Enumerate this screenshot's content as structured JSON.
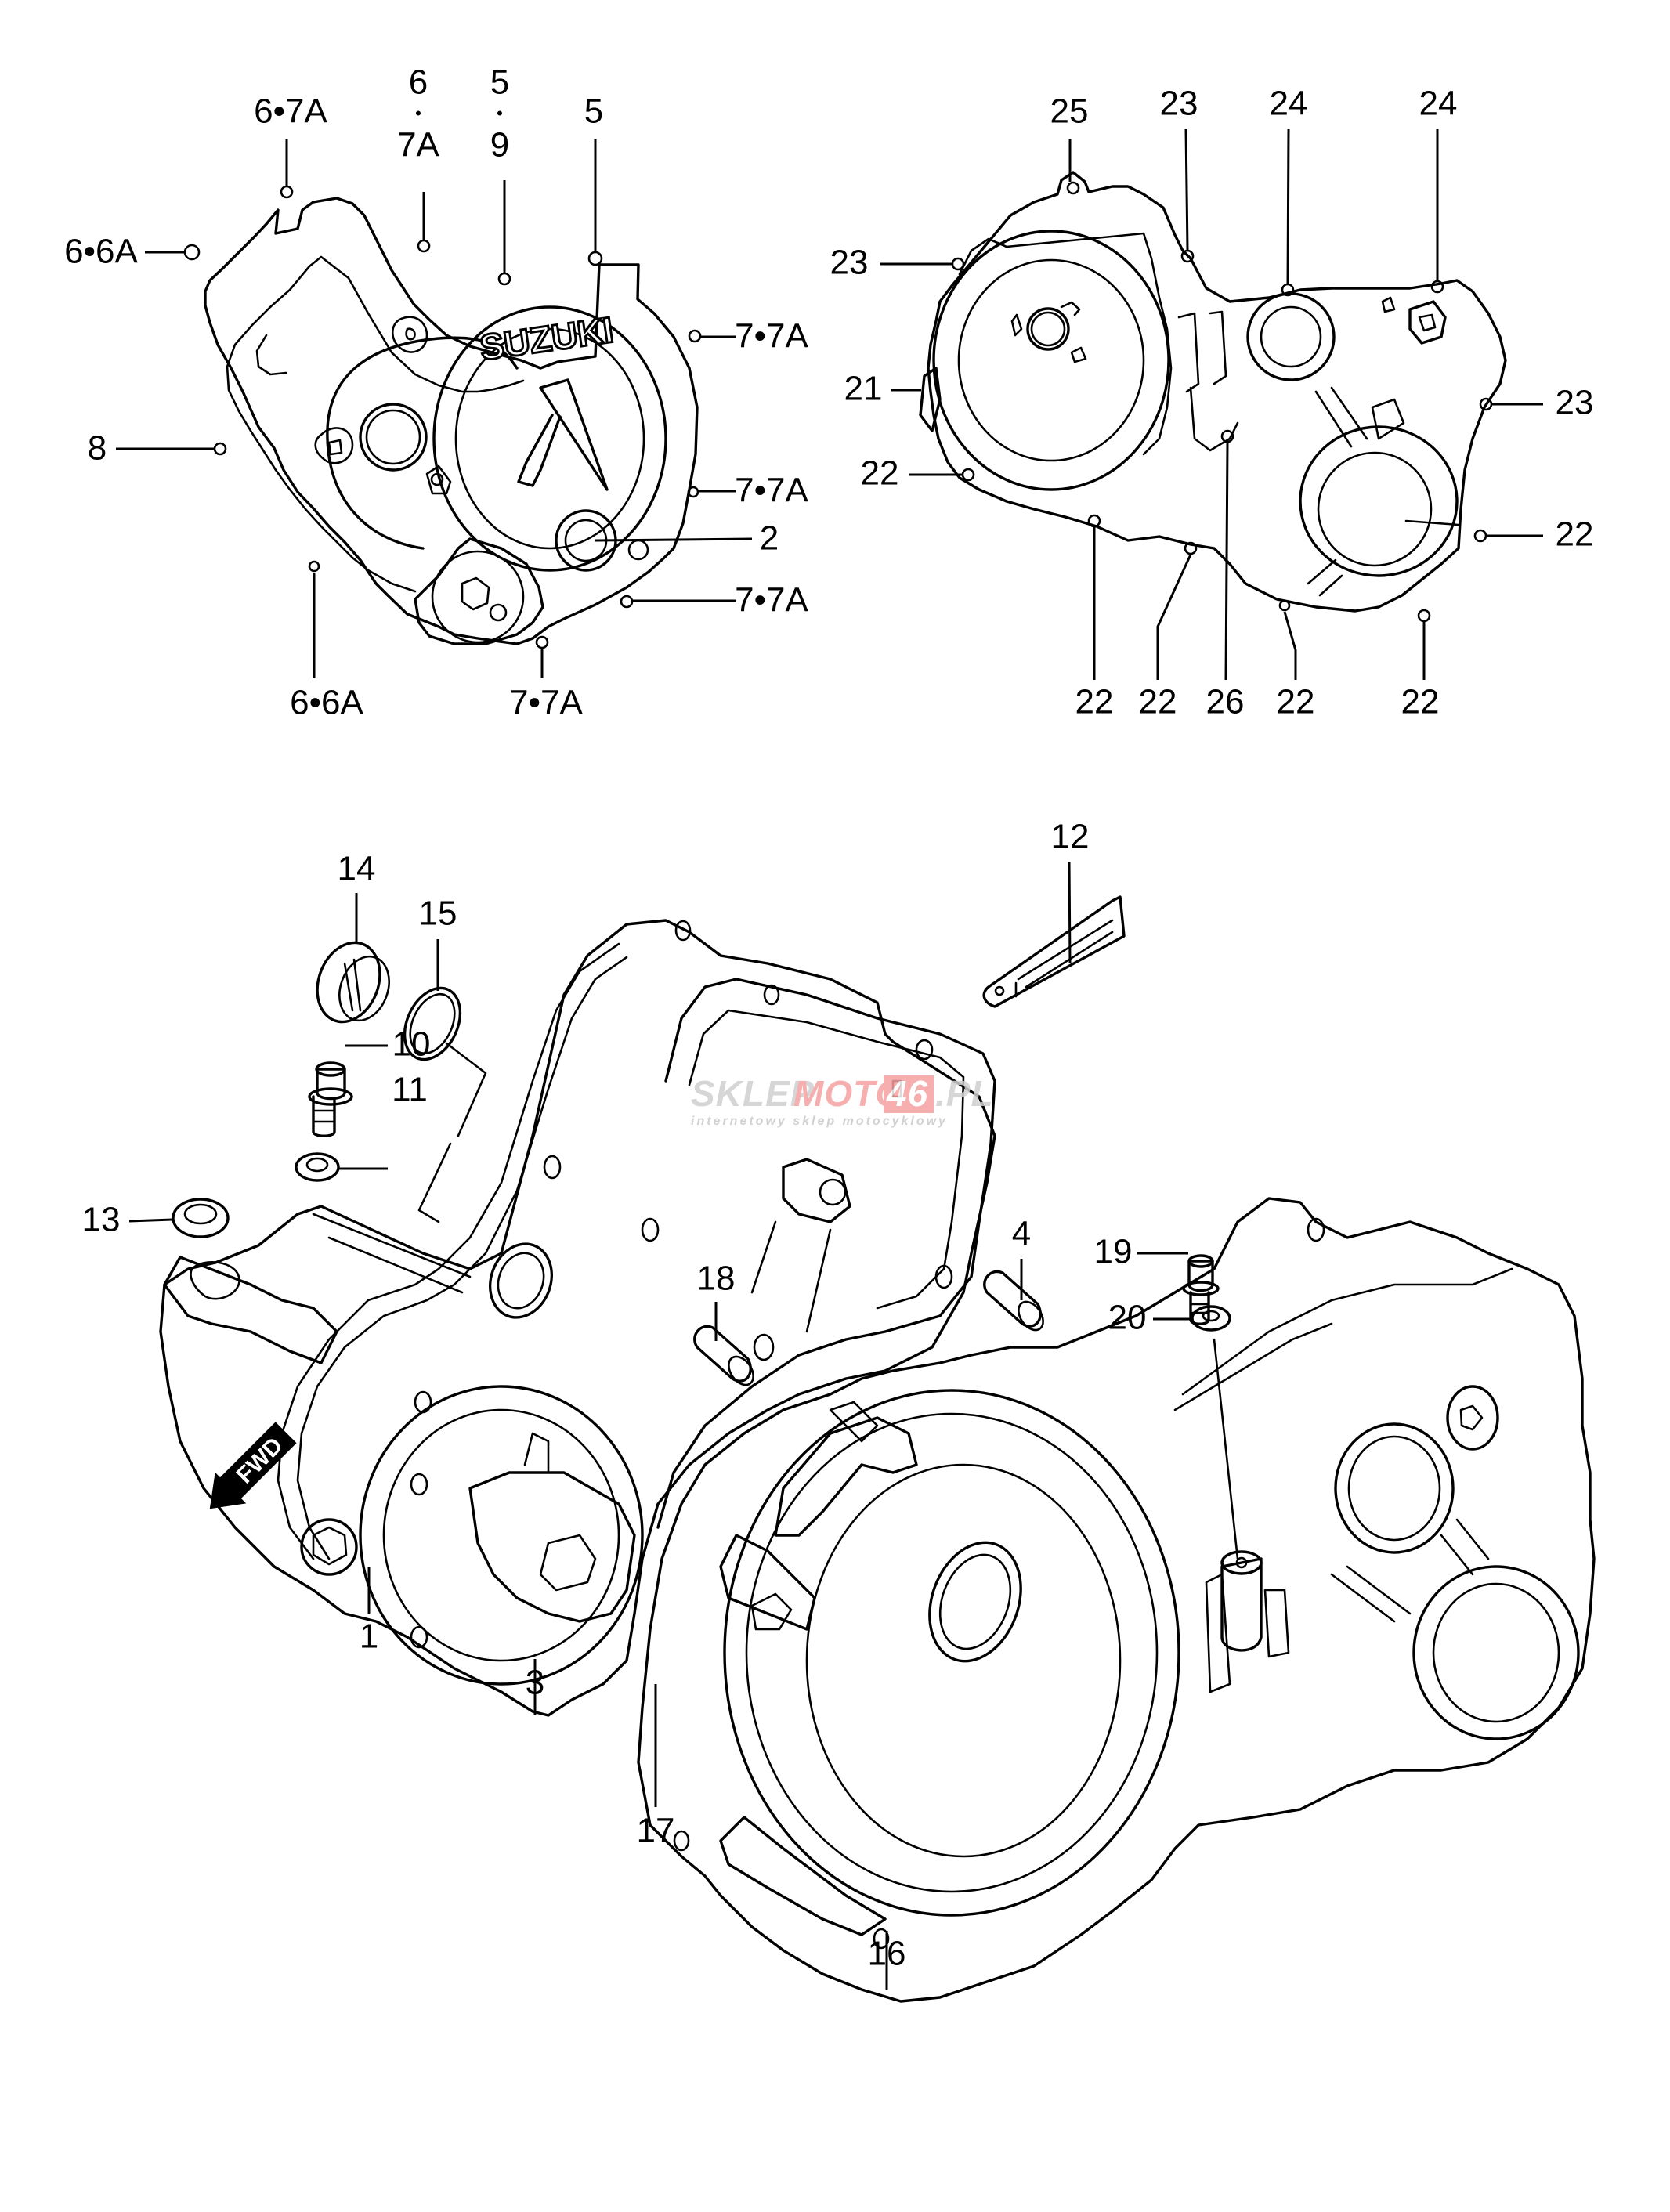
{
  "diagram": {
    "title": "Crankcase / Covers exploded parts diagram",
    "brand_mark": "SUZUKI",
    "direction_indicator": "FWD",
    "watermark": {
      "main_left": "SKLEP",
      "main_right": "MOTO",
      "main_number": "46",
      "main_suffix": ".PL",
      "subline": "internetowy sklep motocyklowy",
      "colors": {
        "gray": "#cfcfcf",
        "red": "#f5a0a0"
      }
    },
    "callouts": {
      "left_cover": [
        {
          "id": "lc-6-7a-top",
          "text": "6•7A"
        },
        {
          "id": "lc-6-top",
          "text": "6"
        },
        {
          "id": "lc-dot-a",
          "text": "•"
        },
        {
          "id": "lc-7a-mid",
          "text": "7A"
        },
        {
          "id": "lc-5-top",
          "text": "5"
        },
        {
          "id": "lc-dot-b",
          "text": "•"
        },
        {
          "id": "lc-9",
          "text": "9"
        },
        {
          "id": "lc-5-right",
          "text": "5"
        },
        {
          "id": "lc-6-6a-left",
          "text": "6•6A"
        },
        {
          "id": "lc-7-7a-1",
          "text": "7•7A"
        },
        {
          "id": "lc-8",
          "text": "8"
        },
        {
          "id": "lc-7-7a-2",
          "text": "7•7A"
        },
        {
          "id": "lc-2",
          "text": "2"
        },
        {
          "id": "lc-7-7a-3",
          "text": "7•7A"
        },
        {
          "id": "lc-6-6a-bottom",
          "text": "6•6A"
        },
        {
          "id": "lc-7-7a-bottom",
          "text": "7•7A"
        }
      ],
      "right_cover": [
        {
          "id": "rc-25",
          "text": "25"
        },
        {
          "id": "rc-23-top",
          "text": "23"
        },
        {
          "id": "rc-24-a",
          "text": "24"
        },
        {
          "id": "rc-24-b",
          "text": "24"
        },
        {
          "id": "rc-23-left",
          "text": "23"
        },
        {
          "id": "rc-21",
          "text": "21"
        },
        {
          "id": "rc-22-left",
          "text": "22"
        },
        {
          "id": "rc-23-right",
          "text": "23"
        },
        {
          "id": "rc-22-right",
          "text": "22"
        },
        {
          "id": "rc-22-b1",
          "text": "22"
        },
        {
          "id": "rc-22-b2",
          "text": "22"
        },
        {
          "id": "rc-26",
          "text": "26"
        },
        {
          "id": "rc-22-b3",
          "text": "22"
        },
        {
          "id": "rc-22-b4",
          "text": "22"
        }
      ],
      "crankcase": [
        {
          "id": "cc-14",
          "text": "14"
        },
        {
          "id": "cc-15",
          "text": "15"
        },
        {
          "id": "cc-10",
          "text": "10"
        },
        {
          "id": "cc-11",
          "text": "11"
        },
        {
          "id": "cc-13",
          "text": "13"
        },
        {
          "id": "cc-12",
          "text": "12"
        },
        {
          "id": "cc-18",
          "text": "18"
        },
        {
          "id": "cc-4",
          "text": "4"
        },
        {
          "id": "cc-19",
          "text": "19"
        },
        {
          "id": "cc-20",
          "text": "20"
        },
        {
          "id": "cc-1",
          "text": "1"
        },
        {
          "id": "cc-3",
          "text": "3"
        },
        {
          "id": "cc-17",
          "text": "17"
        },
        {
          "id": "cc-16",
          "text": "16"
        }
      ]
    }
  }
}
